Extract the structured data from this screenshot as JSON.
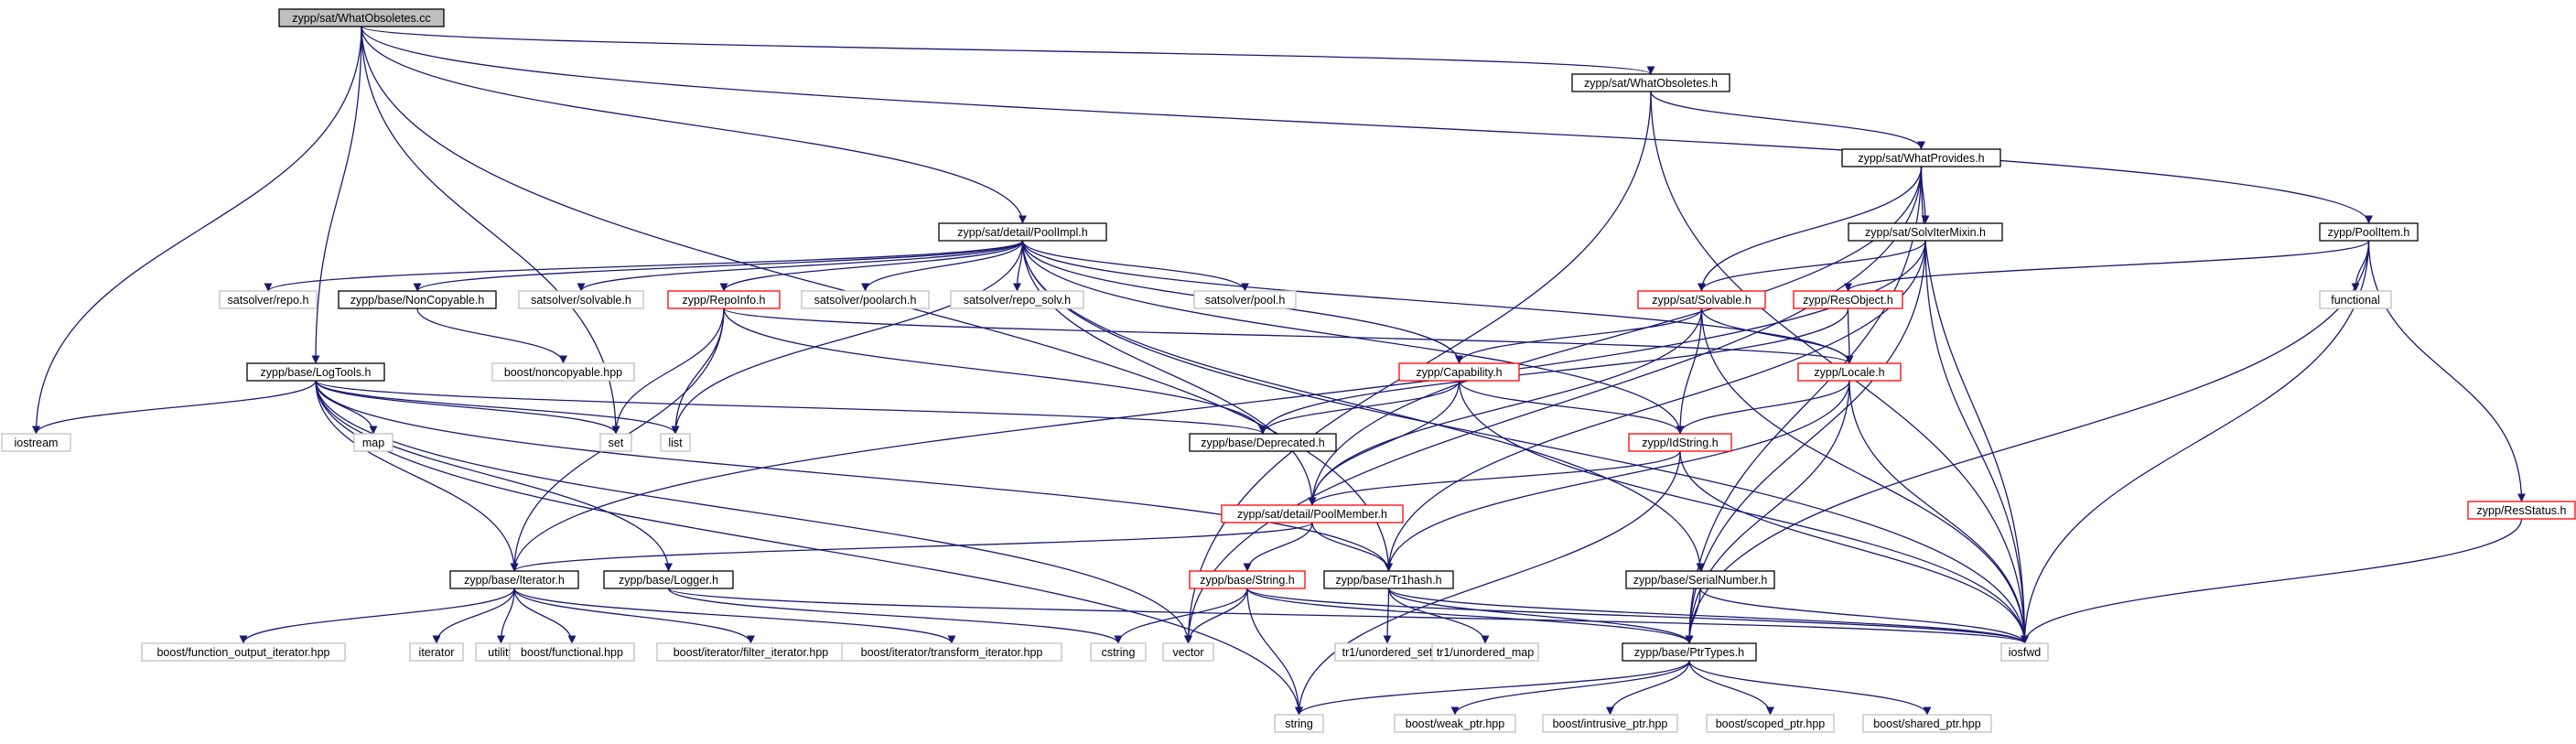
{
  "diagram": {
    "colors": {
      "edge": "#191970",
      "root_fill": "#bfbfbf",
      "internal_border": "#000000",
      "truncated_border": "#ff0000",
      "external_border": "#bfbfbf"
    },
    "nodes": [
      {
        "id": "root",
        "label": "zypp/sat/WhatObsoletes.cc",
        "kind": "root"
      },
      {
        "id": "whatobsoletes_h",
        "label": "zypp/sat/WhatObsoletes.h",
        "kind": "internal"
      },
      {
        "id": "whatprovides",
        "label": "zypp/sat/WhatProvides.h",
        "kind": "internal"
      },
      {
        "id": "poolimpl",
        "label": "zypp/sat/detail/PoolImpl.h",
        "kind": "internal"
      },
      {
        "id": "solviter",
        "label": "zypp/sat/SolvIterMixin.h",
        "kind": "internal"
      },
      {
        "id": "poolitem",
        "label": "zypp/PoolItem.h",
        "kind": "internal"
      },
      {
        "id": "sat_repo",
        "label": "satsolver/repo.h",
        "kind": "external"
      },
      {
        "id": "noncopyable_h",
        "label": "zypp/base/NonCopyable.h",
        "kind": "internal"
      },
      {
        "id": "sat_solvable",
        "label": "satsolver/solvable.h",
        "kind": "external"
      },
      {
        "id": "repoinfo",
        "label": "zypp/RepoInfo.h",
        "kind": "truncated"
      },
      {
        "id": "sat_poolarch",
        "label": "satsolver/poolarch.h",
        "kind": "external"
      },
      {
        "id": "sat_repo_solv",
        "label": "satsolver/repo_solv.h",
        "kind": "external"
      },
      {
        "id": "sat_pool",
        "label": "satsolver/pool.h",
        "kind": "external"
      },
      {
        "id": "solvable",
        "label": "zypp/sat/Solvable.h",
        "kind": "truncated"
      },
      {
        "id": "resobject",
        "label": "zypp/ResObject.h",
        "kind": "truncated"
      },
      {
        "id": "functional",
        "label": "functional",
        "kind": "external"
      },
      {
        "id": "boost_noncopyable",
        "label": "boost/noncopyable.hpp",
        "kind": "external"
      },
      {
        "id": "logtools",
        "label": "zypp/base/LogTools.h",
        "kind": "internal"
      },
      {
        "id": "capability",
        "label": "zypp/Capability.h",
        "kind": "truncated"
      },
      {
        "id": "locale",
        "label": "zypp/Locale.h",
        "kind": "truncated"
      },
      {
        "id": "iostream",
        "label": "iostream",
        "kind": "external"
      },
      {
        "id": "map",
        "label": "map",
        "kind": "external"
      },
      {
        "id": "set",
        "label": "set",
        "kind": "external"
      },
      {
        "id": "list",
        "label": "list",
        "kind": "external"
      },
      {
        "id": "deprecated",
        "label": "zypp/base/Deprecated.h",
        "kind": "internal"
      },
      {
        "id": "idstring",
        "label": "zypp/IdString.h",
        "kind": "truncated"
      },
      {
        "id": "resstatus",
        "label": "zypp/ResStatus.h",
        "kind": "truncated"
      },
      {
        "id": "poolmember",
        "label": "zypp/sat/detail/PoolMember.h",
        "kind": "truncated"
      },
      {
        "id": "iterator_h",
        "label": "zypp/base/Iterator.h",
        "kind": "internal"
      },
      {
        "id": "logger",
        "label": "zypp/base/Logger.h",
        "kind": "internal"
      },
      {
        "id": "string_h",
        "label": "zypp/base/String.h",
        "kind": "truncated"
      },
      {
        "id": "tr1hash",
        "label": "zypp/base/Tr1hash.h",
        "kind": "internal"
      },
      {
        "id": "serialnumber",
        "label": "zypp/base/SerialNumber.h",
        "kind": "internal"
      },
      {
        "id": "boost_fo_iter",
        "label": "boost/function_output_iterator.hpp",
        "kind": "external"
      },
      {
        "id": "iterator",
        "label": "iterator",
        "kind": "external"
      },
      {
        "id": "utility",
        "label": "utility",
        "kind": "external"
      },
      {
        "id": "boost_functional",
        "label": "boost/functional.hpp",
        "kind": "external"
      },
      {
        "id": "boost_filter_iter",
        "label": "boost/iterator/filter_iterator.hpp",
        "kind": "external"
      },
      {
        "id": "boost_transform_iter",
        "label": "boost/iterator/transform_iterator.hpp",
        "kind": "external"
      },
      {
        "id": "cstring",
        "label": "cstring",
        "kind": "external"
      },
      {
        "id": "vector",
        "label": "vector",
        "kind": "external"
      },
      {
        "id": "tr1_unordered_set",
        "label": "tr1/unordered_set",
        "kind": "external"
      },
      {
        "id": "tr1_unordered_map",
        "label": "tr1/unordered_map",
        "kind": "external"
      },
      {
        "id": "ptrtypes",
        "label": "zypp/base/PtrTypes.h",
        "kind": "internal"
      },
      {
        "id": "iosfwd",
        "label": "iosfwd",
        "kind": "external"
      },
      {
        "id": "string",
        "label": "string",
        "kind": "external"
      },
      {
        "id": "boost_weak_ptr",
        "label": "boost/weak_ptr.hpp",
        "kind": "external"
      },
      {
        "id": "boost_intrusive_ptr",
        "label": "boost/intrusive_ptr.hpp",
        "kind": "external"
      },
      {
        "id": "boost_scoped_ptr",
        "label": "boost/scoped_ptr.hpp",
        "kind": "external"
      },
      {
        "id": "boost_shared_ptr",
        "label": "boost/shared_ptr.hpp",
        "kind": "external"
      }
    ],
    "edges": [
      [
        "root",
        "whatobsoletes_h"
      ],
      [
        "root",
        "poolimpl"
      ],
      [
        "root",
        "poolitem"
      ],
      [
        "root",
        "logtools"
      ],
      [
        "root",
        "iostream"
      ],
      [
        "root",
        "set"
      ],
      [
        "root",
        "tr1hash"
      ],
      [
        "whatobsoletes_h",
        "whatprovides"
      ],
      [
        "whatobsoletes_h",
        "vector"
      ],
      [
        "whatobsoletes_h",
        "iosfwd"
      ],
      [
        "whatprovides",
        "solviter"
      ],
      [
        "whatprovides",
        "solvable"
      ],
      [
        "whatprovides",
        "poolmember"
      ],
      [
        "whatprovides",
        "ptrtypes"
      ],
      [
        "whatprovides",
        "iosfwd"
      ],
      [
        "whatprovides",
        "vector"
      ],
      [
        "poolimpl",
        "sat_repo"
      ],
      [
        "poolimpl",
        "noncopyable_h"
      ],
      [
        "poolimpl",
        "sat_solvable"
      ],
      [
        "poolimpl",
        "repoinfo"
      ],
      [
        "poolimpl",
        "sat_poolarch"
      ],
      [
        "poolimpl",
        "sat_repo_solv"
      ],
      [
        "poolimpl",
        "sat_pool"
      ],
      [
        "poolimpl",
        "list"
      ],
      [
        "poolimpl",
        "capability"
      ],
      [
        "poolimpl",
        "locale"
      ],
      [
        "poolimpl",
        "idstring"
      ],
      [
        "poolimpl",
        "poolmember"
      ],
      [
        "poolimpl",
        "serialnumber"
      ],
      [
        "poolimpl",
        "iosfwd"
      ],
      [
        "solviter",
        "solvable"
      ],
      [
        "solviter",
        "iterator_h"
      ],
      [
        "solviter",
        "tr1hash"
      ],
      [
        "solviter",
        "ptrtypes"
      ],
      [
        "solviter",
        "iosfwd"
      ],
      [
        "poolitem",
        "resobject"
      ],
      [
        "poolitem",
        "functional"
      ],
      [
        "poolitem",
        "resstatus"
      ],
      [
        "poolitem",
        "ptrtypes"
      ],
      [
        "poolitem",
        "iosfwd"
      ],
      [
        "noncopyable_h",
        "boost_noncopyable"
      ],
      [
        "repoinfo",
        "set"
      ],
      [
        "repoinfo",
        "list"
      ],
      [
        "repoinfo",
        "deprecated"
      ],
      [
        "repoinfo",
        "locale"
      ],
      [
        "repoinfo",
        "iterator_h"
      ],
      [
        "solvable",
        "capability"
      ],
      [
        "solvable",
        "idstring"
      ],
      [
        "solvable",
        "locale"
      ],
      [
        "solvable",
        "poolmember"
      ],
      [
        "solvable",
        "iosfwd"
      ],
      [
        "resobject",
        "locale"
      ],
      [
        "resobject",
        "deprecated"
      ],
      [
        "logtools",
        "iostream"
      ],
      [
        "logtools",
        "map"
      ],
      [
        "logtools",
        "set"
      ],
      [
        "logtools",
        "list"
      ],
      [
        "logtools",
        "deprecated"
      ],
      [
        "logtools",
        "iterator_h"
      ],
      [
        "logtools",
        "logger"
      ],
      [
        "logtools",
        "tr1hash"
      ],
      [
        "logtools",
        "string"
      ],
      [
        "logtools",
        "vector"
      ],
      [
        "capability",
        "deprecated"
      ],
      [
        "capability",
        "idstring"
      ],
      [
        "capability",
        "poolmember"
      ],
      [
        "capability",
        "iosfwd"
      ],
      [
        "locale",
        "idstring"
      ],
      [
        "locale",
        "tr1hash"
      ],
      [
        "locale",
        "ptrtypes"
      ],
      [
        "locale",
        "iosfwd"
      ],
      [
        "idstring",
        "poolmember"
      ],
      [
        "idstring",
        "string"
      ],
      [
        "idstring",
        "iosfwd"
      ],
      [
        "resstatus",
        "iosfwd"
      ],
      [
        "poolmember",
        "iterator_h"
      ],
      [
        "poolmember",
        "string_h"
      ],
      [
        "poolmember",
        "tr1hash"
      ],
      [
        "iterator_h",
        "boost_fo_iter"
      ],
      [
        "iterator_h",
        "iterator"
      ],
      [
        "iterator_h",
        "utility"
      ],
      [
        "iterator_h",
        "boost_functional"
      ],
      [
        "iterator_h",
        "boost_filter_iter"
      ],
      [
        "iterator_h",
        "boost_transform_iter"
      ],
      [
        "logger",
        "cstring"
      ],
      [
        "logger",
        "iosfwd"
      ],
      [
        "string_h",
        "cstring"
      ],
      [
        "string_h",
        "vector"
      ],
      [
        "string_h",
        "string"
      ],
      [
        "string_h",
        "ptrtypes"
      ],
      [
        "string_h",
        "iosfwd"
      ],
      [
        "tr1hash",
        "tr1_unordered_set"
      ],
      [
        "tr1hash",
        "tr1_unordered_map"
      ],
      [
        "tr1hash",
        "ptrtypes"
      ],
      [
        "tr1hash",
        "iosfwd"
      ],
      [
        "serialnumber",
        "ptrtypes"
      ],
      [
        "serialnumber",
        "iosfwd"
      ],
      [
        "ptrtypes",
        "string"
      ],
      [
        "ptrtypes",
        "boost_weak_ptr"
      ],
      [
        "ptrtypes",
        "boost_intrusive_ptr"
      ],
      [
        "ptrtypes",
        "boost_scoped_ptr"
      ],
      [
        "ptrtypes",
        "boost_shared_ptr"
      ]
    ]
  }
}
